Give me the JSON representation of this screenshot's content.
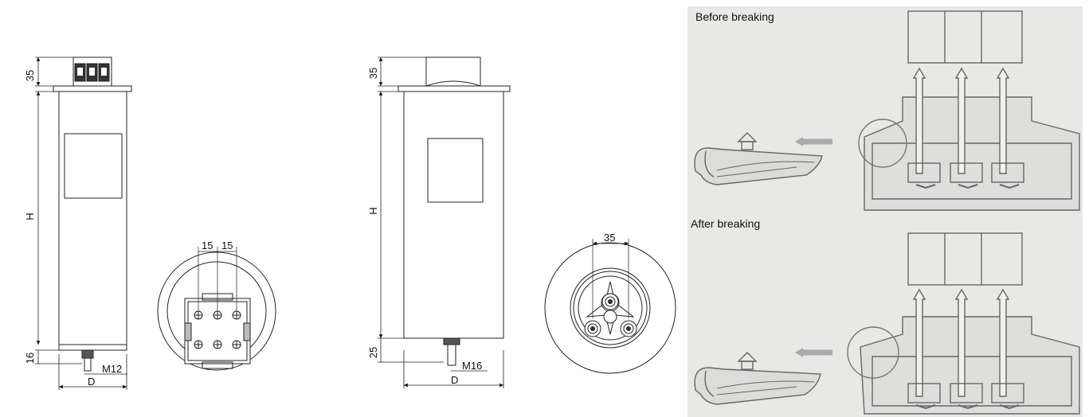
{
  "drawing1": {
    "top_dim": "35",
    "height_dim": "H",
    "bottom_dim": "16",
    "thread": "M12",
    "diameter": "D",
    "spacing_left": "15",
    "spacing_right": "15"
  },
  "drawing2": {
    "top_dim": "35",
    "height_dim": "H",
    "bottom_dim": "25",
    "thread": "M16",
    "diameter": "D",
    "spacing": "35"
  },
  "photo": {
    "before_label": "Before breaking",
    "after_label": "After breaking",
    "background": "#e8e8e6"
  }
}
